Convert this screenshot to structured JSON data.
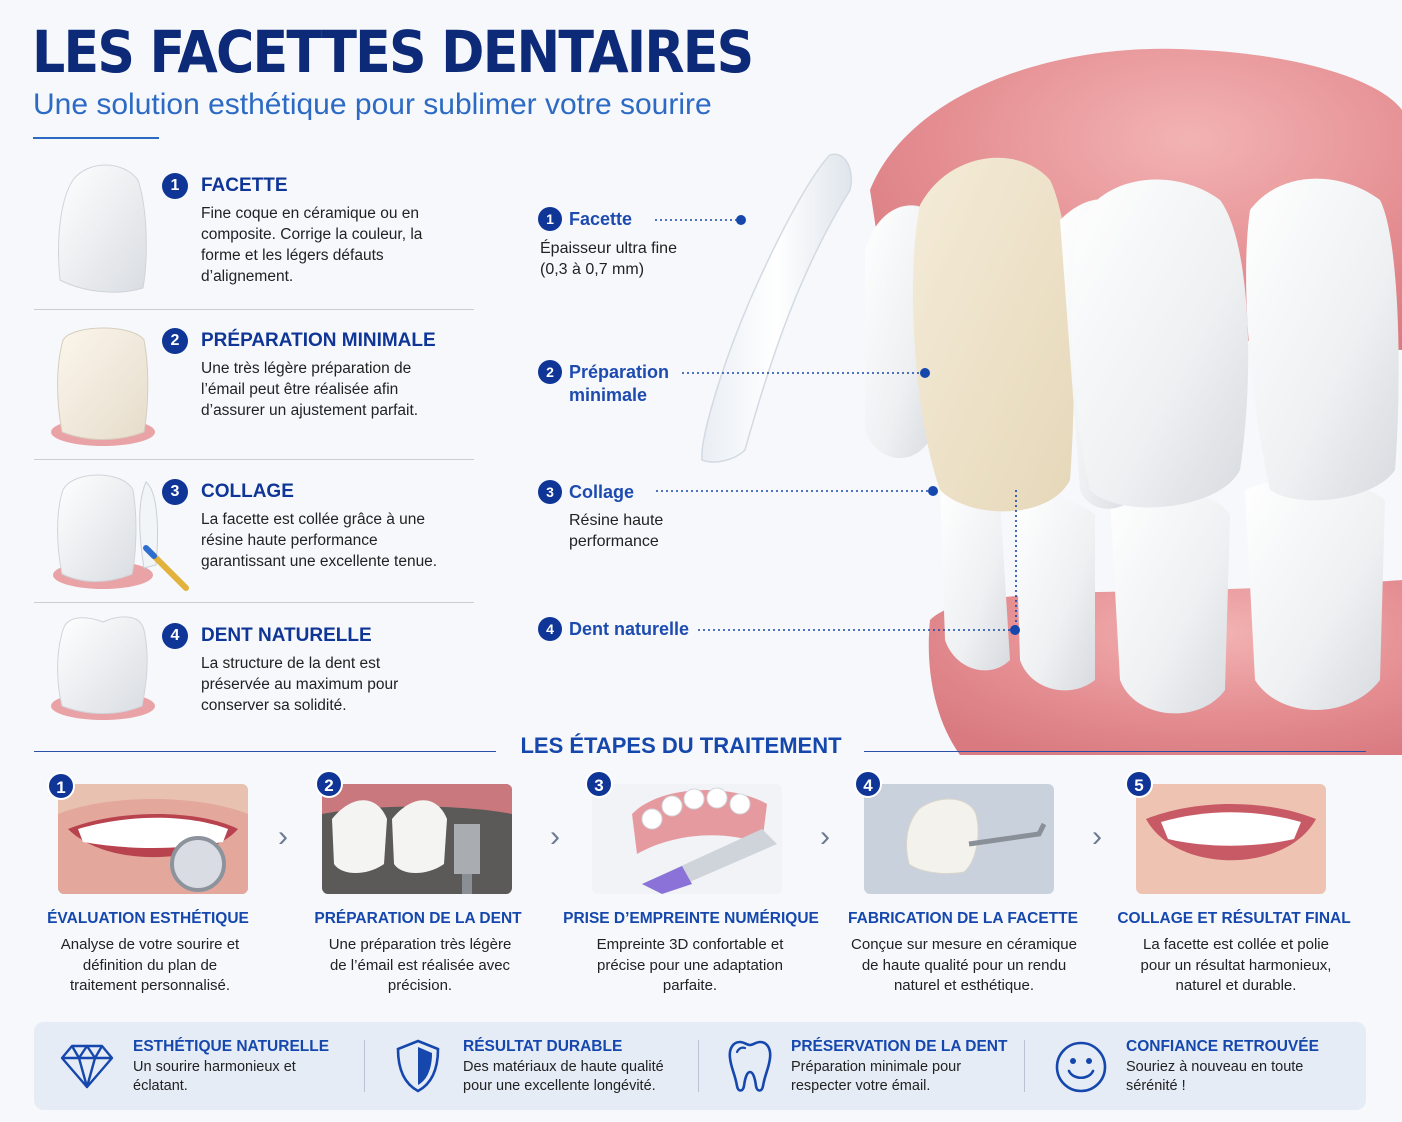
{
  "header": {
    "title": "LES FACETTES DENTAIRES",
    "subtitle": "Une solution esthétique pour sublimer votre sourire"
  },
  "info_items": [
    {
      "number": "1",
      "title": "FACETTE",
      "text": "Fine coque en céramique ou en composite. Corrige la couleur, la forme et les légers défauts d’alignement."
    },
    {
      "number": "2",
      "title": "PRÉPARATION MINIMALE",
      "text": "Une très légère préparation de l’émail peut être réalisée afin d’assurer un ajustement parfait."
    },
    {
      "number": "3",
      "title": "COLLAGE",
      "text": "La facette est collée grâce à une résine haute performance garantissant une excellente tenue."
    },
    {
      "number": "4",
      "title": "DENT NATURELLE",
      "text": "La structure de la dent est préservée au maximum pour conserver sa solidité."
    }
  ],
  "callouts": [
    {
      "number": "1",
      "title": "Facette",
      "text": "Épaisseur ultra fine (0,3 à 0,7 mm)"
    },
    {
      "number": "2",
      "title": "Préparation minimale",
      "text": ""
    },
    {
      "number": "3",
      "title": "Collage",
      "text": "Résine haute performance"
    },
    {
      "number": "4",
      "title": "Dent naturelle",
      "text": ""
    }
  ],
  "steps": {
    "heading": "LES ÉTAPES DU TRAITEMENT",
    "items": [
      {
        "number": "1",
        "title": "ÉVALUATION ESTHÉTIQUE",
        "text": "Analyse de votre sourire et définition du plan de traitement personnalisé."
      },
      {
        "number": "2",
        "title": "PRÉPARATION DE LA DENT",
        "text": "Une préparation très légère de l’émail est réalisée avec précision."
      },
      {
        "number": "3",
        "title": "PRISE D’EMPREINTE NUMÉRIQUE",
        "text": "Empreinte 3D confortable et précise pour une adaptation parfaite."
      },
      {
        "number": "4",
        "title": "FABRICATION DE LA FACETTE",
        "text": "Conçue sur mesure en céramique de haute qualité pour un rendu naturel et esthétique."
      },
      {
        "number": "5",
        "title": "COLLAGE ET RÉSULTAT FINAL",
        "text": "La facette est collée et polie pour un résultat harmonieux, naturel et durable."
      }
    ],
    "chevron": "›"
  },
  "benefits": [
    {
      "icon": "diamond-icon",
      "title": "ESTHÉTIQUE NATURELLE",
      "text": "Un sourire harmonieux et éclatant."
    },
    {
      "icon": "shield-icon",
      "title": "RÉSULTAT DURABLE",
      "text": "Des matériaux de haute qualité pour une excellente longévité."
    },
    {
      "icon": "tooth-icon",
      "title": "PRÉSERVATION DE LA DENT",
      "text": "Préparation minimale pour respecter votre émail."
    },
    {
      "icon": "smiley-icon",
      "title": "CONFIANCE RETROUVÉE",
      "text": "Souriez à nouveau en toute sérénité !"
    }
  ],
  "colors": {
    "navy": "#0d2a78",
    "accent_blue": "#1547ad",
    "gum_pink": "#e79b9b",
    "strip_bg": "#e5ecf6"
  }
}
